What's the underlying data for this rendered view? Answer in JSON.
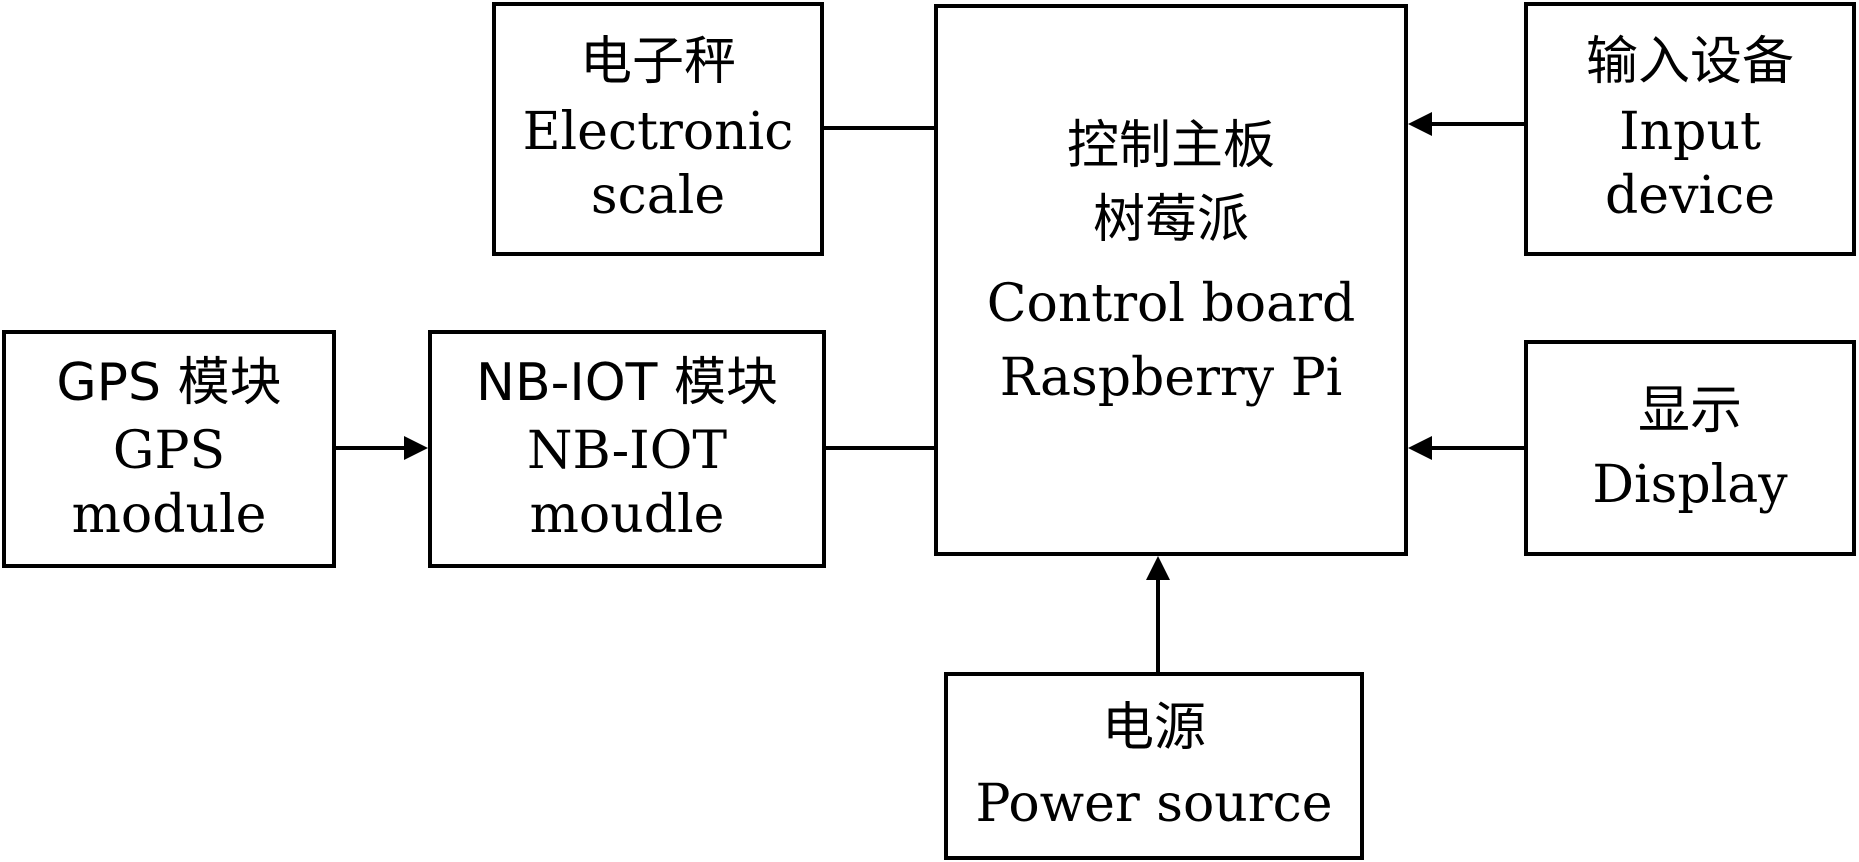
{
  "diagram": {
    "blocks": {
      "scale": {
        "lines": [
          "电子秤",
          "Electronic",
          "scale"
        ]
      },
      "control": {
        "lines": [
          "控制主板",
          "树莓派",
          "Control board",
          "Raspberry Pi"
        ]
      },
      "input": {
        "lines": [
          "输入设备",
          "Input",
          "device"
        ]
      },
      "gps": {
        "lines": [
          "GPS 模块",
          "GPS",
          "module"
        ]
      },
      "nbiot": {
        "lines": [
          "NB-IOT 模块",
          "NB-IOT",
          "moudle"
        ]
      },
      "display": {
        "lines": [
          "显示",
          "Display"
        ]
      },
      "power": {
        "lines": [
          "电源",
          "Power source"
        ]
      }
    },
    "connections": [
      {
        "from": "scale",
        "to": "control"
      },
      {
        "from": "input",
        "to": "control"
      },
      {
        "from": "gps",
        "to": "nbiot"
      },
      {
        "from": "nbiot",
        "to": "control"
      },
      {
        "from": "display",
        "to": "control"
      },
      {
        "from": "power",
        "to": "control"
      }
    ],
    "colors": {
      "stroke": "#000000",
      "background": "#ffffff"
    }
  }
}
